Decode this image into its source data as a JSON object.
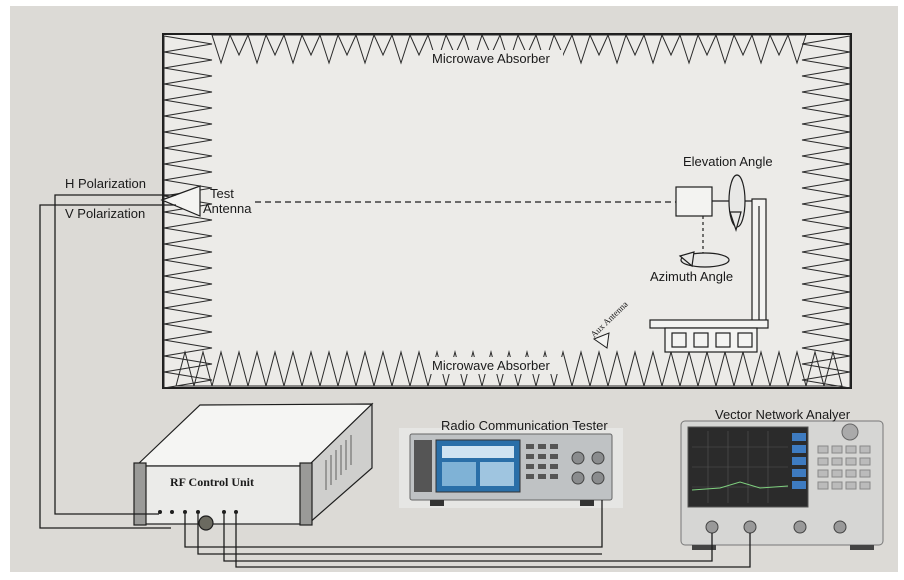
{
  "labels": {
    "top_absorber": "Microwave Absorber",
    "bottom_absorber": "Microwave Absorber",
    "h_pol": "H Polarization",
    "v_pol": "V Polarization",
    "test_antenna_1": "Test",
    "test_antenna_2": "Antenna",
    "elevation": "Elevation Angle",
    "azimuth": "Azimuth Angle",
    "aux_antenna": "Aux Antenna",
    "rf_control": "RF Control Unit",
    "radio_tester": "Radio Communication Tester",
    "vna": "Vector Network Analyer"
  },
  "colors": {
    "background": "#dedcd8",
    "chamber": "#eeeeec",
    "line": "#1e1e1e",
    "instrument_body": "#d4d4d2",
    "screen": "#2a6fa8"
  }
}
